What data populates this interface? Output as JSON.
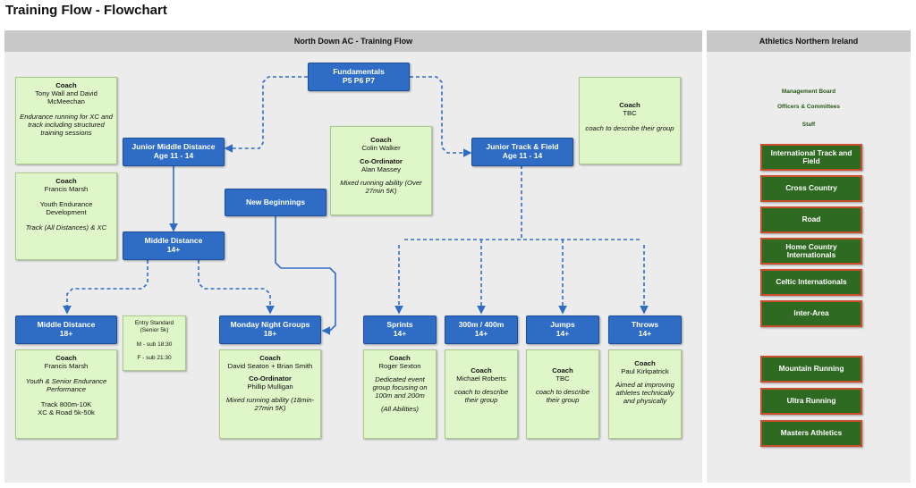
{
  "page_title": "Training Flow - Flowchart",
  "main_panel_title": "North Down AC - Training Flow",
  "side_panel_title": "Athletics Northern Ireland",
  "colors": {
    "blue_box": "#2e6cc6",
    "green_box": "#dff7c8",
    "side_button": "#2f6a22",
    "side_border": "#c94f2d"
  },
  "nodes": {
    "fundamentals": {
      "line1": "Fundamentals",
      "line2": "P5 P6 P7"
    },
    "junior_md": {
      "line1": "Junior Middle Distance",
      "line2": "Age 11 - 14"
    },
    "junior_tf": {
      "line1": "Junior Track & Field",
      "line2": "Age 11 - 14"
    },
    "new_beginnings": {
      "line1": "New Beginnings"
    },
    "middle_distance": {
      "line1": "Middle Distance",
      "line2": "14+"
    },
    "middle_distance_18": {
      "line1": "Middle Distance",
      "line2": "18+"
    },
    "monday_night": {
      "line1": "Monday Night Groups",
      "line2": "18+"
    },
    "sprints": {
      "line1": "Sprints",
      "line2": "14+"
    },
    "m300_400": {
      "line1": "300m / 400m",
      "line2": "14+"
    },
    "jumps": {
      "line1": "Jumps",
      "line2": "14+"
    },
    "throws": {
      "line1": "Throws",
      "line2": "14+"
    }
  },
  "cards": {
    "tony": {
      "title": "Coach",
      "name": "Tony Wall and David McMeechan",
      "desc": "Endurance running for XC and track including structured training sessions"
    },
    "francis_jr": {
      "title": "Coach",
      "name": "Francis Marsh",
      "role": "Youth Endurance Development",
      "desc": "Track (All Distances) & XC"
    },
    "colin": {
      "title": "Coach",
      "name": "Colin Walker",
      "title2": "Co-Ordinator",
      "name2": "Alan Massey",
      "desc": "Mixed running ability (Over 27min 5K)"
    },
    "tbc_top": {
      "title": "Coach",
      "name": "TBC",
      "desc": "coach to describe their group"
    },
    "francis_sr": {
      "title": "Coach",
      "name": "Francis Marsh",
      "desc": "Youth & Senior Endurance Performance",
      "extra1": "Track 800m-10K",
      "extra2": "XC & Road 5k-50k"
    },
    "seaton": {
      "title": "Coach",
      "name": "David Seaton + Brian Smith",
      "title2": "Co-Ordinator",
      "name2": "Phillip Mulligan",
      "desc": "Mixed running ability (18min-27min 5K)"
    },
    "sexton": {
      "title": "Coach",
      "name": "Roger Sexton",
      "desc": "Dedicated event group focusing on 100m and 200m",
      "extra": "(All Abilities)"
    },
    "roberts": {
      "title": "Coach",
      "name": "Michael Roberts",
      "desc": "coach to describe their group"
    },
    "tbc_jumps": {
      "title": "Coach",
      "name": "TBC",
      "desc": "coach to describe their group"
    },
    "kirkpatrick": {
      "title": "Coach",
      "name": "Paul Kirkpatrick",
      "desc": "Aimed at improving athletes technically and physically"
    }
  },
  "entry_standard": {
    "title": "Entry Standard (Senior 5k)",
    "m": "M - sub 18:30",
    "f": "F - sub 21:30"
  },
  "side_links": [
    "Management Board",
    "Officers & Committees",
    "Staff"
  ],
  "side_buttons": [
    "International Track and Field",
    "Cross Country",
    "Road",
    "Home Country Internationals",
    "Celtic Internationals",
    "Inter-Area",
    "Mountain Running",
    "Ultra Running",
    "Masters Athletics"
  ]
}
